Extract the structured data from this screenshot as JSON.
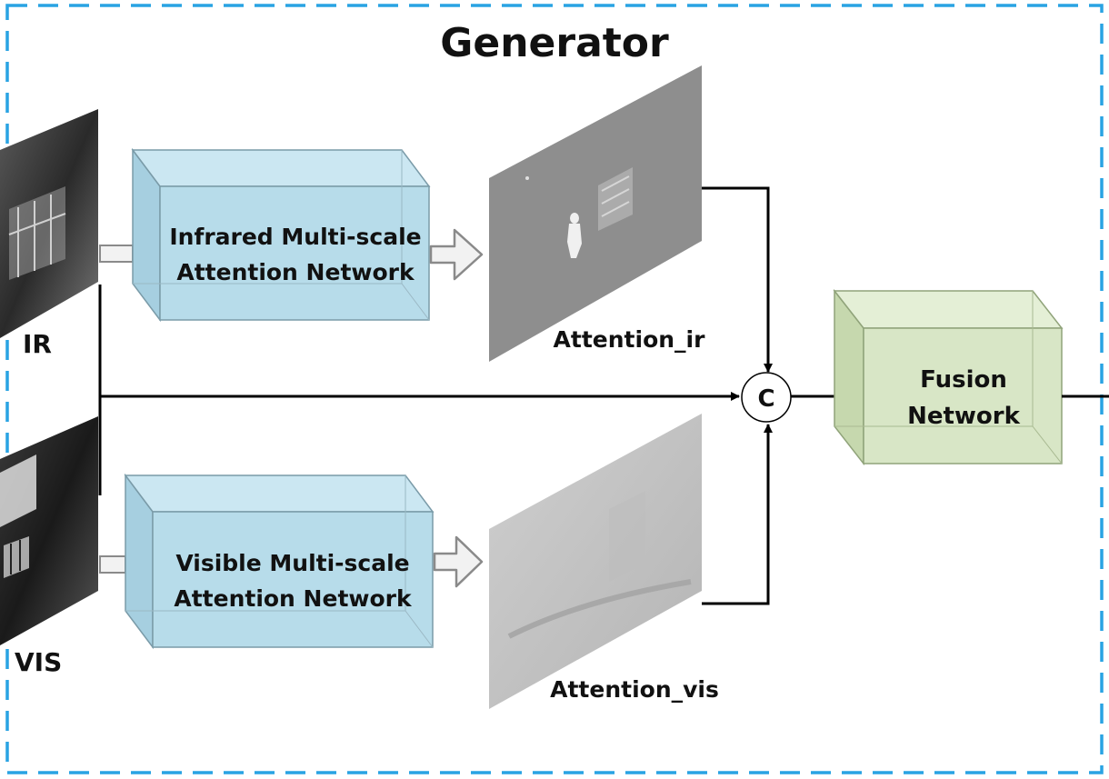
{
  "title": "Generator",
  "inputs": {
    "ir_label": "IR",
    "vis_label": "VIS"
  },
  "ir_attention_network": {
    "line1": "Infrared Multi-scale",
    "line2": "Attention Network"
  },
  "vis_attention_network": {
    "line1": "Visible Multi-scale",
    "line2": "Attention Network"
  },
  "attention_maps": {
    "ir_label": "Attention_ir",
    "vis_label": "Attention_vis"
  },
  "concat_symbol": "C",
  "fusion_network": {
    "line1": "Fusion",
    "line2": "Network"
  },
  "colors": {
    "dashed_border": "#29a3e3",
    "attention_box_front": "#b7dcea",
    "attention_box_side": "#a6cfe0",
    "attention_box_top": "#cbe7f2",
    "fusion_box_front": "#d8e6c6",
    "fusion_box_side": "#c6d8ae",
    "fusion_box_top": "#e4efd6",
    "arrow": "#000000",
    "hollow_arrow": "#8a8a8a"
  }
}
